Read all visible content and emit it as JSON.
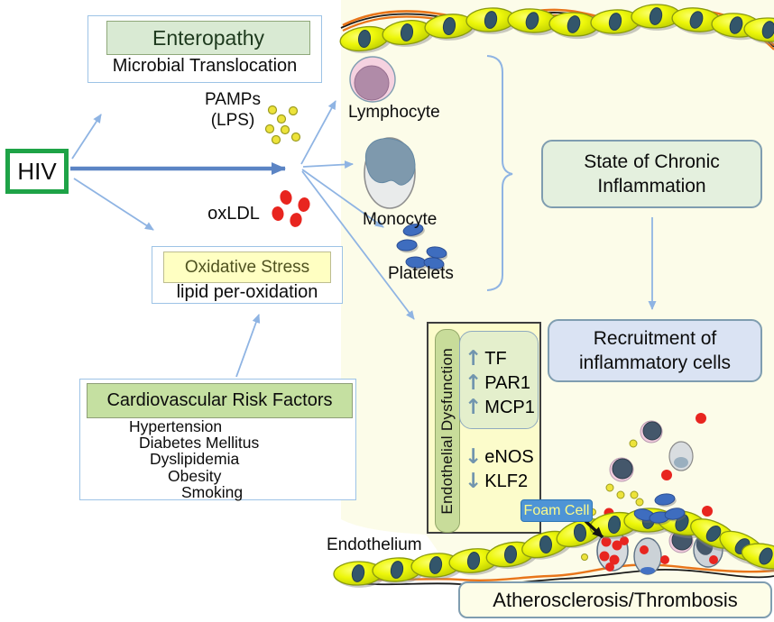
{
  "diagram": {
    "hiv_label": "HIV",
    "enteropathy": {
      "title": "Enteropathy",
      "subtitle": "Microbial Translocation"
    },
    "pamps": {
      "name": "PAMPs",
      "sub": "(LPS)"
    },
    "oxldl_label": "oxLDL",
    "oxidative": {
      "title": "Oxidative Stress",
      "subtitle": "lipid per-oxidation"
    },
    "risk": {
      "title": "Cardiovascular Risk Factors",
      "items": [
        "Hypertension",
        "Diabetes Mellitus",
        "Dyslipidemia",
        "Obesity",
        "Smoking"
      ]
    },
    "cells": {
      "lymphocyte": "Lymphocyte",
      "monocyte": "Monocyte",
      "platelets": "Platelets"
    },
    "inflammation": {
      "line1": "State of Chronic",
      "line2": "Inflammation"
    },
    "recruitment": {
      "line1": "Recruitment of",
      "line2": "inflammatory cells"
    },
    "endo": {
      "label": "Endothelial Dysfunction",
      "up": [
        {
          "arrow": "↑",
          "name": "TF"
        },
        {
          "arrow": "↑",
          "name": "PAR1"
        },
        {
          "arrow": "↑",
          "name": "MCP1"
        }
      ],
      "down": [
        {
          "arrow": "↓",
          "name": "eNOS"
        },
        {
          "arrow": "↓",
          "name": "KLF2"
        }
      ]
    },
    "foam_label": "Foam Cell",
    "endothelium_label": "Endothelium",
    "atherosclerosis_label": "Atherosclerosis/Thrombosis",
    "colors": {
      "hiv_border": "#1EA347",
      "enteropathy_green": "#D9EAD3",
      "risk_green": "#C5E0A1",
      "oxidative_yellow": "#FFFFC2",
      "panel_cream": "#FCFCE9",
      "dysfunction_yellow": "#FCFCCB",
      "state_green": "#E4F0DE",
      "recruit_blue": "#DAE3F3",
      "foam_tag_blue": "#4E94D6",
      "main_arrow_blue": "#5B84C4",
      "thin_arrow_blue": "#8FB4E3",
      "red_particle": "#E8251F",
      "yellow_particle": "#EDE33B",
      "platelet_blue": "#3E6DBF",
      "endothelial_cell_yellow": "#EDF70A",
      "vessel_line_orange": "#E8751A"
    }
  }
}
